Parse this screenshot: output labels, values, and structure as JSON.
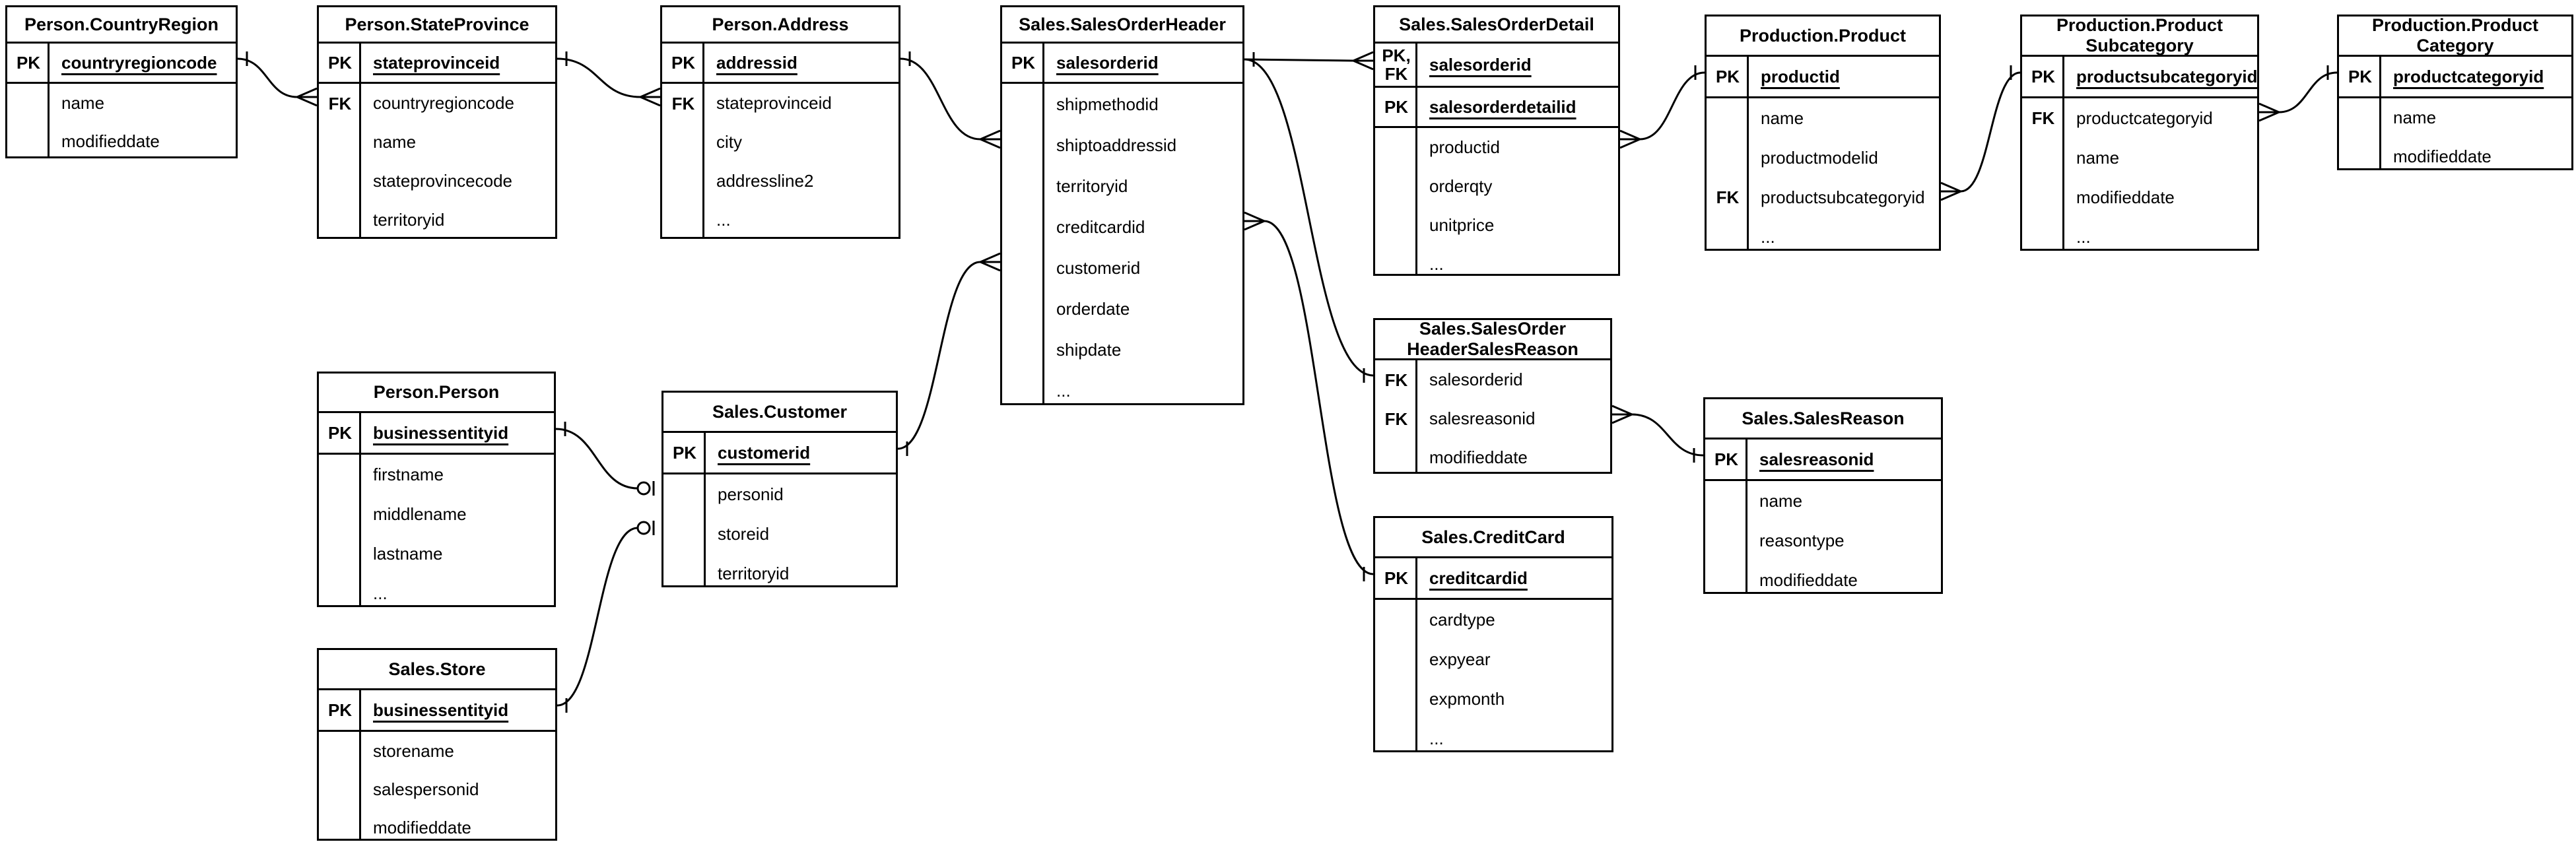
{
  "diagram": {
    "tables": [
      {
        "id": "person-countryregion",
        "title": "Person.CountryRegion",
        "title_lines": [
          "Person.CountryRegion"
        ],
        "sections": [
          {
            "rows": [
              {
                "key_lines": [
                  "PK"
                ],
                "name": "countryregioncode",
                "pk": true
              }
            ]
          },
          {
            "rows": [
              {
                "key_lines": [],
                "name": "name",
                "pk": false
              },
              {
                "key_lines": [],
                "name": "modifieddate",
                "pk": false
              }
            ]
          }
        ]
      },
      {
        "id": "person-stateprovince",
        "title": "Person.StateProvince",
        "title_lines": [
          "Person.StateProvince"
        ],
        "sections": [
          {
            "rows": [
              {
                "key_lines": [
                  "PK"
                ],
                "name": "stateprovinceid",
                "pk": true
              }
            ]
          },
          {
            "rows": [
              {
                "key_lines": [
                  "FK"
                ],
                "name": "countryregioncode",
                "pk": false
              },
              {
                "key_lines": [],
                "name": "name",
                "pk": false
              },
              {
                "key_lines": [],
                "name": "stateprovincecode",
                "pk": false
              },
              {
                "key_lines": [],
                "name": "territoryid",
                "pk": false
              }
            ]
          }
        ]
      },
      {
        "id": "person-address",
        "title": "Person.Address",
        "title_lines": [
          "Person.Address"
        ],
        "sections": [
          {
            "rows": [
              {
                "key_lines": [
                  "PK"
                ],
                "name": "addressid",
                "pk": true
              }
            ]
          },
          {
            "rows": [
              {
                "key_lines": [
                  "FK"
                ],
                "name": "stateprovinceid",
                "pk": false
              },
              {
                "key_lines": [],
                "name": "city",
                "pk": false
              },
              {
                "key_lines": [],
                "name": "addressline2",
                "pk": false
              },
              {
                "key_lines": [],
                "name": "...",
                "pk": false
              }
            ]
          }
        ]
      },
      {
        "id": "sales-salesorderheader",
        "title": "Sales.SalesOrderHeader",
        "title_lines": [
          "Sales.SalesOrderHeader"
        ],
        "sections": [
          {
            "rows": [
              {
                "key_lines": [
                  "PK"
                ],
                "name": "salesorderid",
                "pk": true
              }
            ]
          },
          {
            "rows": [
              {
                "key_lines": [],
                "name": "shipmethodid",
                "pk": false
              },
              {
                "key_lines": [],
                "name": "shiptoaddressid",
                "pk": false
              },
              {
                "key_lines": [],
                "name": "territoryid",
                "pk": false
              },
              {
                "key_lines": [],
                "name": "creditcardid",
                "pk": false
              },
              {
                "key_lines": [],
                "name": "customerid",
                "pk": false
              },
              {
                "key_lines": [],
                "name": "orderdate",
                "pk": false
              },
              {
                "key_lines": [],
                "name": "shipdate",
                "pk": false
              },
              {
                "key_lines": [],
                "name": "...",
                "pk": false
              }
            ]
          }
        ]
      },
      {
        "id": "sales-salesorderdetail",
        "title": "Sales.SalesOrderDetail",
        "title_lines": [
          "Sales.SalesOrderDetail"
        ],
        "sections": [
          {
            "rows": [
              {
                "key_lines": [
                  "PK,",
                  "FK"
                ],
                "name": "salesorderid",
                "pk": true
              }
            ]
          },
          {
            "rows": [
              {
                "key_lines": [
                  "PK"
                ],
                "name": "salesorderdetailid",
                "pk": true
              }
            ]
          },
          {
            "rows": [
              {
                "key_lines": [],
                "name": "productid",
                "pk": false
              },
              {
                "key_lines": [],
                "name": "orderqty",
                "pk": false
              },
              {
                "key_lines": [],
                "name": "unitprice",
                "pk": false
              },
              {
                "key_lines": [],
                "name": "...",
                "pk": false
              }
            ]
          }
        ]
      },
      {
        "id": "production-product",
        "title": "Production.Product",
        "title_lines": [
          "Production.Product"
        ],
        "sections": [
          {
            "rows": [
              {
                "key_lines": [
                  "PK"
                ],
                "name": "productid",
                "pk": true
              }
            ]
          },
          {
            "rows": [
              {
                "key_lines": [],
                "name": "name",
                "pk": false
              },
              {
                "key_lines": [],
                "name": "productmodelid",
                "pk": false
              },
              {
                "key_lines": [
                  "FK"
                ],
                "name": "productsubcategoryid",
                "pk": false
              },
              {
                "key_lines": [],
                "name": "...",
                "pk": false
              }
            ]
          }
        ]
      },
      {
        "id": "production-productsubcategory",
        "title": "Production.ProductSubcategory",
        "title_lines": [
          "Production.Product",
          "Subcategory"
        ],
        "sections": [
          {
            "rows": [
              {
                "key_lines": [
                  "PK"
                ],
                "name": "productsubcategoryid",
                "pk": true
              }
            ]
          },
          {
            "rows": [
              {
                "key_lines": [
                  "FK"
                ],
                "name": "productcategoryid",
                "pk": false
              },
              {
                "key_lines": [],
                "name": "name",
                "pk": false
              },
              {
                "key_lines": [],
                "name": "modifieddate",
                "pk": false
              },
              {
                "key_lines": [],
                "name": "...",
                "pk": false
              }
            ]
          }
        ]
      },
      {
        "id": "production-productcategory",
        "title": "Production.ProductCategory",
        "title_lines": [
          "Production.Product",
          "Category"
        ],
        "sections": [
          {
            "rows": [
              {
                "key_lines": [
                  "PK"
                ],
                "name": "productcategoryid",
                "pk": true
              }
            ]
          },
          {
            "rows": [
              {
                "key_lines": [],
                "name": "name",
                "pk": false
              },
              {
                "key_lines": [],
                "name": "modifieddate",
                "pk": false
              }
            ]
          }
        ]
      },
      {
        "id": "person-person",
        "title": "Person.Person",
        "title_lines": [
          "Person.Person"
        ],
        "sections": [
          {
            "rows": [
              {
                "key_lines": [
                  "PK"
                ],
                "name": "businessentityid",
                "pk": true
              }
            ]
          },
          {
            "rows": [
              {
                "key_lines": [],
                "name": "firstname",
                "pk": false
              },
              {
                "key_lines": [],
                "name": "middlename",
                "pk": false
              },
              {
                "key_lines": [],
                "name": "lastname",
                "pk": false
              },
              {
                "key_lines": [],
                "name": "...",
                "pk": false
              }
            ]
          }
        ]
      },
      {
        "id": "sales-customer",
        "title": "Sales.Customer",
        "title_lines": [
          "Sales.Customer"
        ],
        "sections": [
          {
            "rows": [
              {
                "key_lines": [
                  "PK"
                ],
                "name": "customerid",
                "pk": true
              }
            ]
          },
          {
            "rows": [
              {
                "key_lines": [],
                "name": "personid",
                "pk": false
              },
              {
                "key_lines": [],
                "name": "storeid",
                "pk": false
              },
              {
                "key_lines": [],
                "name": "territoryid",
                "pk": false
              }
            ]
          }
        ]
      },
      {
        "id": "sales-store",
        "title": "Sales.Store",
        "title_lines": [
          "Sales.Store"
        ],
        "sections": [
          {
            "rows": [
              {
                "key_lines": [
                  "PK"
                ],
                "name": "businessentityid",
                "pk": true
              }
            ]
          },
          {
            "rows": [
              {
                "key_lines": [],
                "name": "storename",
                "pk": false
              },
              {
                "key_lines": [],
                "name": "salespersonid",
                "pk": false
              },
              {
                "key_lines": [],
                "name": "modifieddate",
                "pk": false
              }
            ]
          }
        ]
      },
      {
        "id": "sales-salesorderheadersalesreason",
        "title": "Sales.SalesOrderHeaderSalesReason",
        "title_lines": [
          "Sales.SalesOrder",
          "HeaderSalesReason"
        ],
        "sections": [
          {
            "rows": [
              {
                "key_lines": [
                  "FK"
                ],
                "name": "salesorderid",
                "pk": false
              },
              {
                "key_lines": [
                  "FK"
                ],
                "name": "salesreasonid",
                "pk": false
              },
              {
                "key_lines": [],
                "name": "modifieddate",
                "pk": false
              }
            ]
          }
        ]
      },
      {
        "id": "sales-creditcard",
        "title": "Sales.CreditCard",
        "title_lines": [
          "Sales.CreditCard"
        ],
        "sections": [
          {
            "rows": [
              {
                "key_lines": [
                  "PK"
                ],
                "name": "creditcardid",
                "pk": true
              }
            ]
          },
          {
            "rows": [
              {
                "key_lines": [],
                "name": "cardtype",
                "pk": false
              },
              {
                "key_lines": [],
                "name": "expyear",
                "pk": false
              },
              {
                "key_lines": [],
                "name": "expmonth",
                "pk": false
              },
              {
                "key_lines": [],
                "name": "...",
                "pk": false
              }
            ]
          }
        ]
      },
      {
        "id": "sales-salesreason",
        "title": "Sales.SalesReason",
        "title_lines": [
          "Sales.SalesReason"
        ],
        "sections": [
          {
            "rows": [
              {
                "key_lines": [
                  "PK"
                ],
                "name": "salesreasonid",
                "pk": true
              }
            ]
          },
          {
            "rows": [
              {
                "key_lines": [],
                "name": "name",
                "pk": false
              },
              {
                "key_lines": [],
                "name": "reasontype",
                "pk": false
              },
              {
                "key_lines": [],
                "name": "modifieddate",
                "pk": false
              }
            ]
          }
        ]
      }
    ],
    "connectors": [
      {
        "from_table": "Person.CountryRegion",
        "from_column": "countryregioncode",
        "from_cardinality": "one",
        "to_table": "Person.StateProvince",
        "to_column": "countryregioncode",
        "to_cardinality": "many"
      },
      {
        "from_table": "Person.StateProvince",
        "from_column": "stateprovinceid",
        "from_cardinality": "one",
        "to_table": "Person.Address",
        "to_column": "stateprovinceid",
        "to_cardinality": "many"
      },
      {
        "from_table": "Person.Address",
        "from_column": "addressid",
        "from_cardinality": "one",
        "to_table": "Sales.SalesOrderHeader",
        "to_column": "shiptoaddressid",
        "to_cardinality": "many"
      },
      {
        "from_table": "Person.Person",
        "from_column": "businessentityid",
        "from_cardinality": "one",
        "to_table": "Sales.Customer",
        "to_column": "personid",
        "to_cardinality": "zero-or-one"
      },
      {
        "from_table": "Sales.Store",
        "from_column": "businessentityid",
        "from_cardinality": "one",
        "to_table": "Sales.Customer",
        "to_column": "storeid",
        "to_cardinality": "zero-or-one"
      },
      {
        "from_table": "Sales.Customer",
        "from_column": "customerid",
        "from_cardinality": "one",
        "to_table": "Sales.SalesOrderHeader",
        "to_column": "customerid",
        "to_cardinality": "many"
      },
      {
        "from_table": "Sales.SalesOrderHeader",
        "from_column": "salesorderid",
        "from_cardinality": "one",
        "to_table": "Sales.SalesOrderDetail",
        "to_column": "salesorderid",
        "to_cardinality": "many"
      },
      {
        "from_table": "Sales.SalesOrderHeader",
        "from_column": "salesorderid",
        "from_cardinality": "none",
        "to_table": "Sales.SalesOrderHeaderSalesReason",
        "to_column": "salesorderid",
        "to_cardinality": "one"
      },
      {
        "from_table": "Sales.SalesOrderHeader",
        "from_column": "creditcardid",
        "from_cardinality": "many",
        "to_table": "Sales.CreditCard",
        "to_column": "creditcardid",
        "to_cardinality": "one"
      },
      {
        "from_table": "Sales.SalesOrderDetail",
        "from_column": "productid",
        "from_cardinality": "many",
        "to_table": "Production.Product",
        "to_column": "productid",
        "to_cardinality": "one"
      },
      {
        "from_table": "Production.Product",
        "from_column": "productsubcategoryid",
        "from_cardinality": "many",
        "to_table": "Production.ProductSubcategory",
        "to_column": "productsubcategoryid",
        "to_cardinality": "one"
      },
      {
        "from_table": "Production.ProductSubcategory",
        "from_column": "productcategoryid",
        "from_cardinality": "many",
        "to_table": "Production.ProductCategory",
        "to_column": "productcategoryid",
        "to_cardinality": "one"
      },
      {
        "from_table": "Sales.SalesOrderHeaderSalesReason",
        "from_column": "salesreasonid",
        "from_cardinality": "many",
        "to_table": "Sales.SalesReason",
        "to_column": "salesreasonid",
        "to_cardinality": "one"
      }
    ]
  }
}
